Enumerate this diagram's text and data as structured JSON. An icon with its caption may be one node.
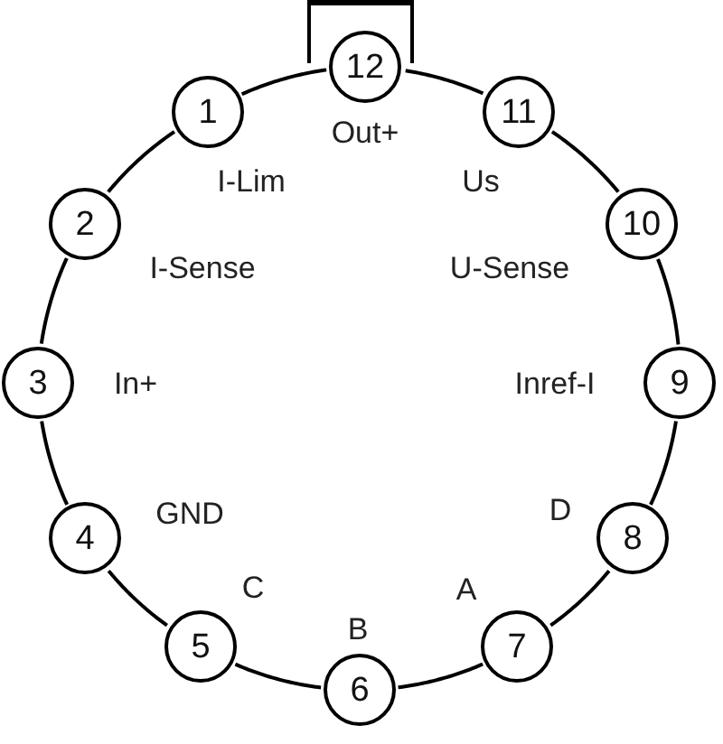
{
  "diagram": {
    "nodes": [
      {
        "text": [
          "12"
        ],
        "beside": [
          "Out+"
        ]
      },
      {
        "text": [
          "1"
        ],
        "beside": [
          "I-Lim"
        ]
      },
      {
        "text": [
          "11"
        ],
        "beside": [
          "Us"
        ]
      },
      {
        "text": [
          "2"
        ],
        "beside": [
          "I-Sense"
        ]
      },
      {
        "text": [
          "10"
        ],
        "beside": [
          "U-Sense"
        ]
      },
      {
        "text": [
          "3"
        ],
        "beside": [
          "In+"
        ]
      },
      {
        "text": [
          "9"
        ],
        "beside": [
          "Inref-I"
        ]
      },
      {
        "text": [
          "4"
        ],
        "beside": [
          "GND"
        ]
      },
      {
        "text": [
          "8"
        ],
        "beside": [
          "D"
        ]
      },
      {
        "text": [
          "5"
        ],
        "beside": [
          "C"
        ]
      },
      {
        "text": [
          "7"
        ],
        "beside": [
          "A"
        ]
      },
      {
        "text": [
          "6"
        ],
        "beside": [
          "B"
        ]
      }
    ],
    "edges": [
      {
        "from": 1,
        "to": 3,
        "arrow": "none"
      },
      {
        "from": 3,
        "to": 5,
        "arrow": "none"
      },
      {
        "from": 5,
        "to": 7,
        "arrow": "none"
      },
      {
        "from": 7,
        "to": 9,
        "arrow": "none"
      },
      {
        "from": 9,
        "to": 11,
        "arrow": "none"
      },
      {
        "from": 11,
        "to": 10,
        "arrow": "none"
      },
      {
        "from": 10,
        "to": 8,
        "arrow": "none"
      },
      {
        "from": 8,
        "to": 6,
        "arrow": "none"
      },
      {
        "from": 6,
        "to": 4,
        "arrow": "none"
      },
      {
        "from": 4,
        "to": 2,
        "arrow": "none"
      },
      {
        "from": 2,
        "to": 0,
        "arrow": "none"
      },
      {
        "from": 0,
        "to": 1,
        "arrow": "none"
      }
    ]
  }
}
